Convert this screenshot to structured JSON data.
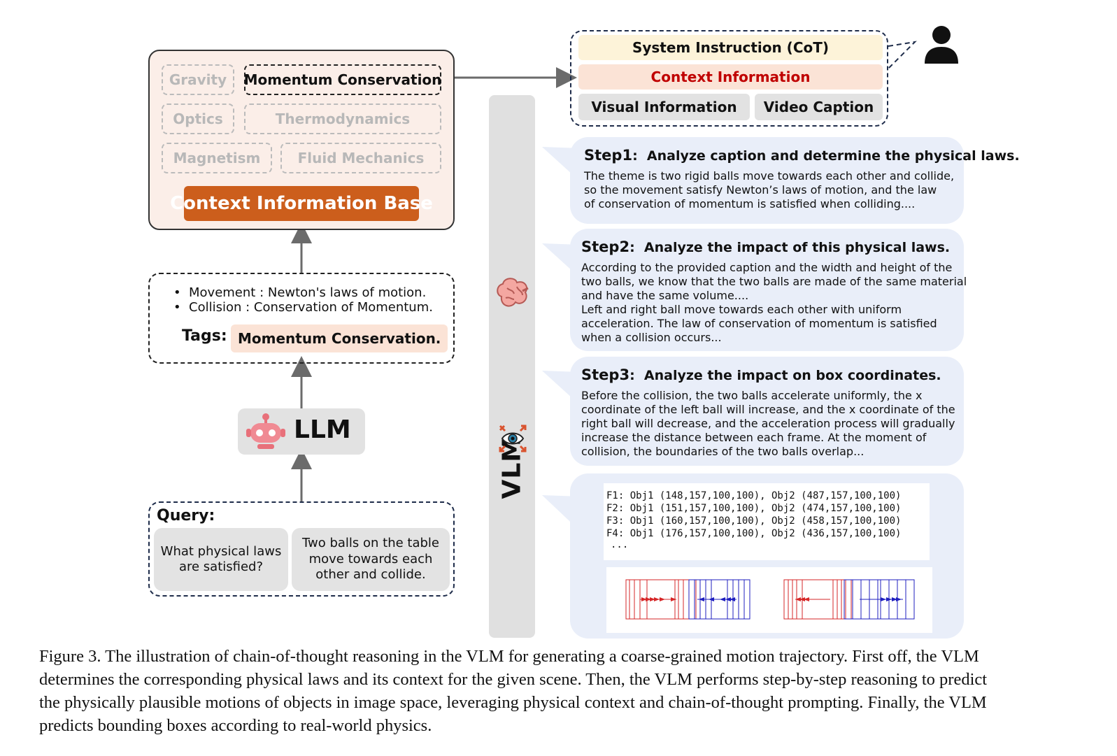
{
  "context_base": {
    "topics": [
      "Gravity",
      "Momentum Conservation",
      "Optics",
      "Thermodynamics",
      "Magnetism",
      "Fluid Mechanics"
    ],
    "active_topic": "Momentum Conservation",
    "title": "Context Information Base"
  },
  "laws": {
    "items": [
      "Movement : Newton's laws of motion.",
      "Collision : Conservation of Momentum."
    ],
    "tags_label": "Tags:",
    "tags_value": "Momentum Conservation."
  },
  "llm": {
    "label": "LLM"
  },
  "query": {
    "label": "Query:",
    "question": "What physical laws are satisfied?",
    "scene": "Two balls on the table move towards each other and collide."
  },
  "vlm": {
    "label": "VLM"
  },
  "prompt": {
    "system": "System Instruction (CoT)",
    "context": "Context Information",
    "visual": "Visual Information",
    "video": "Video Caption"
  },
  "steps": [
    {
      "label": "Step1",
      "title": "Analyze caption and determine the physical laws.",
      "body": [
        "The theme is two rigid balls move towards each other and collide,",
        "so the movement satisfy Newton’s laws of motion, and the law",
        "of conservation of momentum is satisfied when colliding...."
      ]
    },
    {
      "label": "Step2",
      "title": "Analyze the impact of this physical laws.",
      "body": [
        "According to the provided caption and the width and height of the",
        "two balls, we know that the two balls are made of the same material",
        "and have the same volume....",
        "Left and right ball move towards each other with uniform",
        "acceleration. The law of conservation of momentum is satisfied",
        "when a collision occurs..."
      ]
    },
    {
      "label": "Step3",
      "title": "Analyze the impact on box coordinates.",
      "body": [
        "Before the collision, the two balls accelerate uniformly, the x",
        "coordinate of the left ball will increase, and the x coordinate of the",
        "right ball will decrease, and the acceleration process will gradually",
        "increase the distance between each frame. At the moment of",
        "collision, the boundaries of the two balls overlap..."
      ]
    }
  ],
  "coordinates": [
    "F1: Obj1 (148,157,100,100), Obj2 (487,157,100,100)",
    "F2: Obj1 (151,157,100,100), Obj2 (474,157,100,100)",
    "F3: Obj1 (160,157,100,100), Obj2 (458,157,100,100)",
    "F4: Obj1 (176,157,100,100), Obj2 (436,157,100,100)",
    "..."
  ],
  "colors": {
    "base_fill": "#fbeee8",
    "base_title": "#cc5e1c",
    "context_red": "#c00000",
    "step_fill": "#e9eef9",
    "system_fill": "#fdf3d9",
    "context_fill": "#fbe3d6",
    "gray_fill": "#e2e2e2",
    "obj1": "#d62728",
    "obj2": "#1f1fbf"
  },
  "caption": [
    "Figure 3. The illustration of chain-of-thought reasoning in the VLM for generating a coarse-grained motion trajectory. First off, the VLM",
    "determines the corresponding physical laws and its context for the given scene. Then, the VLM performs step-by-step reasoning to predict",
    "the physically plausible motions of objects in image space, leveraging physical context and chain-of-thought prompting. Finally, the VLM",
    "predicts bounding boxes according to real-world physics."
  ]
}
